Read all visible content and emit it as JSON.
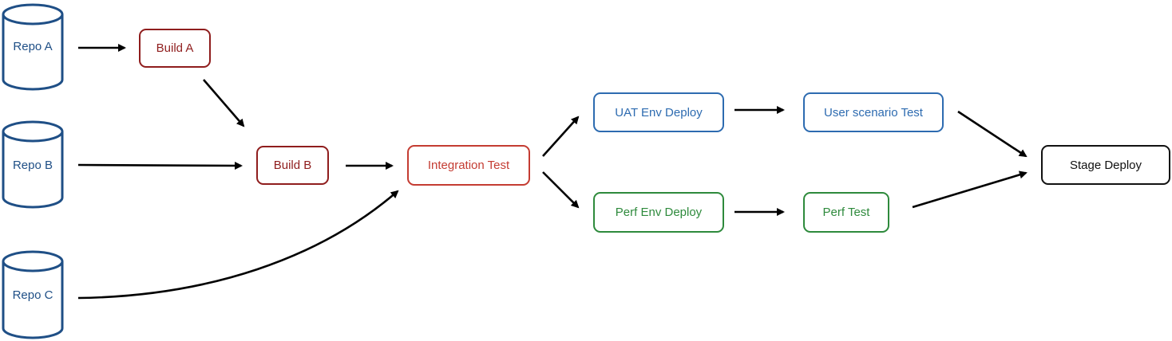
{
  "diagram": {
    "repos": [
      {
        "id": "repo-a",
        "label": "Repo A"
      },
      {
        "id": "repo-b",
        "label": "Repo B"
      },
      {
        "id": "repo-c",
        "label": "Repo C"
      }
    ],
    "nodes": {
      "build_a": "Build A",
      "build_b": "Build B",
      "integration_test": "Integration Test",
      "uat_env_deploy": "UAT Env Deploy",
      "user_scenario_test": "User scenario Test",
      "perf_env_deploy": "Perf Env Deploy",
      "perf_test": "Perf Test",
      "stage_deploy": "Stage Deploy"
    },
    "colors": {
      "repo": "#1f4f86",
      "build": "#8f1d1d",
      "integration": "#c43c32",
      "uat": "#2d6bb0",
      "perf": "#2e8a3c",
      "stage": "#111111",
      "arrow": "#000000"
    }
  }
}
